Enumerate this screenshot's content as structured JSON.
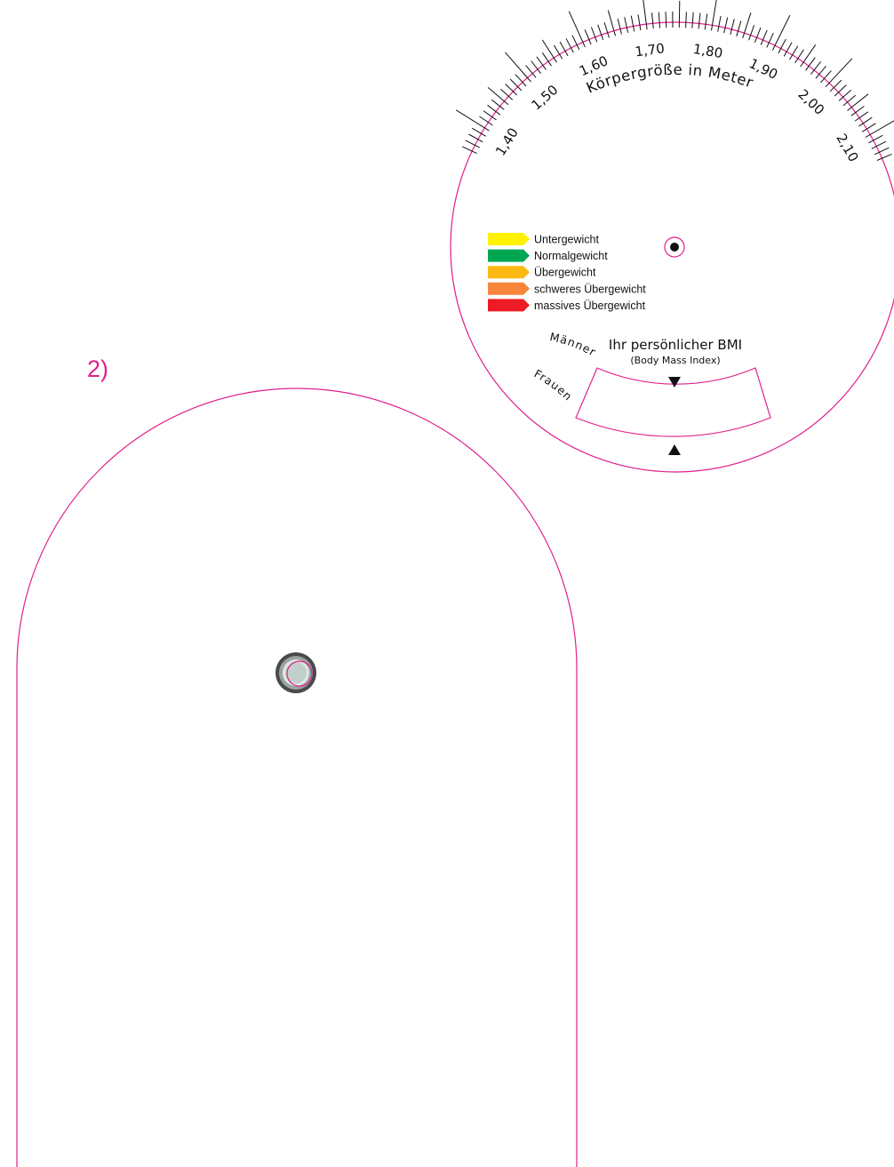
{
  "step_label": "2)",
  "colors": {
    "cut_line": "#e0208c",
    "ink": "#111111"
  },
  "scale": {
    "title": "Körpergröße in Meter",
    "labels": [
      "1,40",
      "1,50",
      "1,60",
      "1,70",
      "1,80",
      "1,90",
      "2,00",
      "2,10"
    ]
  },
  "legend": [
    {
      "label": "Untergewicht",
      "color": "#fff200"
    },
    {
      "label": "Normalgewicht",
      "color": "#00a651"
    },
    {
      "label": "Übergewicht",
      "color": "#fdb913"
    },
    {
      "label": "schweres Übergewicht",
      "color": "#f7853a"
    },
    {
      "label": "massives Übergewicht",
      "color": "#ed1c24"
    }
  ],
  "bmi": {
    "title": "Ihr persönlicher BMI",
    "subtitle": "(Body Mass Index)",
    "men_label": "Männer",
    "women_label": "Frauen"
  },
  "pivot_icon": "pivot-rivet-icon"
}
